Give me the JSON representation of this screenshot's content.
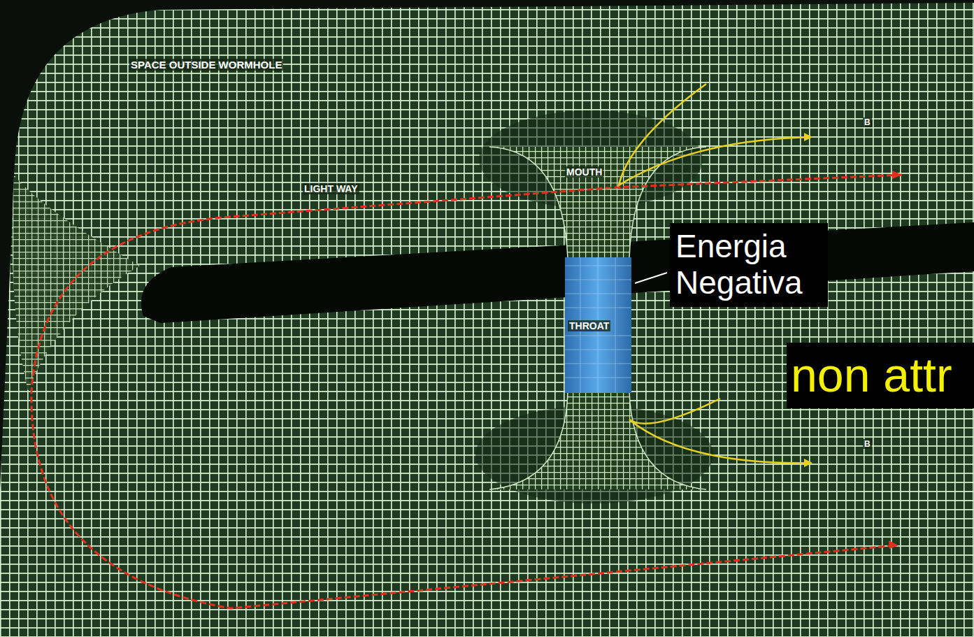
{
  "diagram": {
    "nodes": [
      {
        "text": [
          "Energia Negativa"
        ]
      },
      {
        "text": [
          "non attr"
        ]
      }
    ],
    "labels": [
      "SPACE OUTSIDE WORMHOLE",
      "LIGHT WAY",
      "MOUTH",
      "THROAT",
      "B",
      "B"
    ]
  }
}
